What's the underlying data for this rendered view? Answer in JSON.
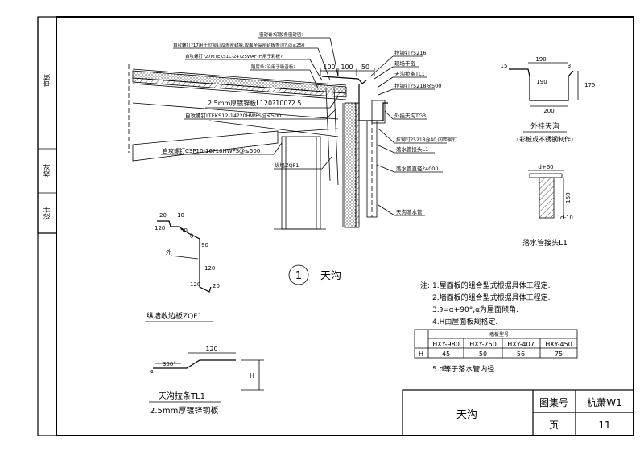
{
  "title_block": {
    "sheet_name": "天沟",
    "atlas_label": "图集号",
    "atlas_number": "杭萧W1",
    "page_label": "页",
    "page_number": "11"
  },
  "left_margin": {
    "labels": [
      "审核",
      "校对",
      "设计"
    ]
  },
  "main_detail": {
    "number": "1",
    "title": "天沟",
    "callouts_left": [
      "密封膏?沿胶条密封密?",
      "自攻螺钉?17用于拉铆钉及盖密封膜,胶面至高密封板等顶?,@≤250",
      "自攻螺钉?27MTEKS1C-24?25WAF?H用于彩板?",
      "阻尼条?沿用于吸音板?",
      "2.5mm厚镀锌板L120?100?2.5",
      "自攻螺钉LTEKS12-14?20HWFS@≤500",
      "自攻螺钉CSP10-16?16HWFS@≤500"
    ],
    "callouts_right": [
      "拉铆钉?5216",
      "现场于密",
      "天沟拉条TL1",
      "拉铆钉?5218@500",
      "外挂天沟TG3",
      "拉铆钉?5218@40,间距铆钉",
      "落水管接头L1",
      "落水管直径?4000",
      "天沟落水管"
    ],
    "label_zqf": "纵墙ZQF1",
    "dims_top": [
      "100",
      "100",
      "50"
    ]
  },
  "gutter_section": {
    "dims": [
      "15",
      "190",
      "3",
      "190",
      "175",
      "200"
    ],
    "caption_1": "外挂天沟",
    "caption_2": "(彩板或不锈钢制作)"
  },
  "downpipe_joint": {
    "dims": [
      "d+60",
      "150",
      "d-10"
    ],
    "caption": "落水管接头L1"
  },
  "flashing_zqf1": {
    "dims": [
      "20",
      "10",
      "120",
      "50",
      "θ",
      "90",
      "120",
      "120",
      "20"
    ],
    "label_out": "外",
    "caption": "纵墙收边板ZQF1"
  },
  "tie_tl1": {
    "dims": [
      "120",
      "350°",
      "α",
      "H"
    ],
    "caption_1": "天沟拉条TL1",
    "caption_2": "2.5mm厚镀锌钢板"
  },
  "notes": {
    "prefix": "注:",
    "items": [
      "1.屋面板的组合型式根据具体工程定.",
      "2.墙面板的组合型式根据具体工程定.",
      "3.∂=α+90°,α为屋面倾角.",
      "4.H由屋面板规格定."
    ],
    "table": {
      "group_header": "墙板型号",
      "columns": [
        "HXY-980",
        "HXY-750",
        "HXY-407",
        "HXY-450"
      ],
      "row_label": "H",
      "values": [
        "45",
        "50",
        "56",
        "75"
      ]
    },
    "last": "5.d等于落水管内径."
  }
}
